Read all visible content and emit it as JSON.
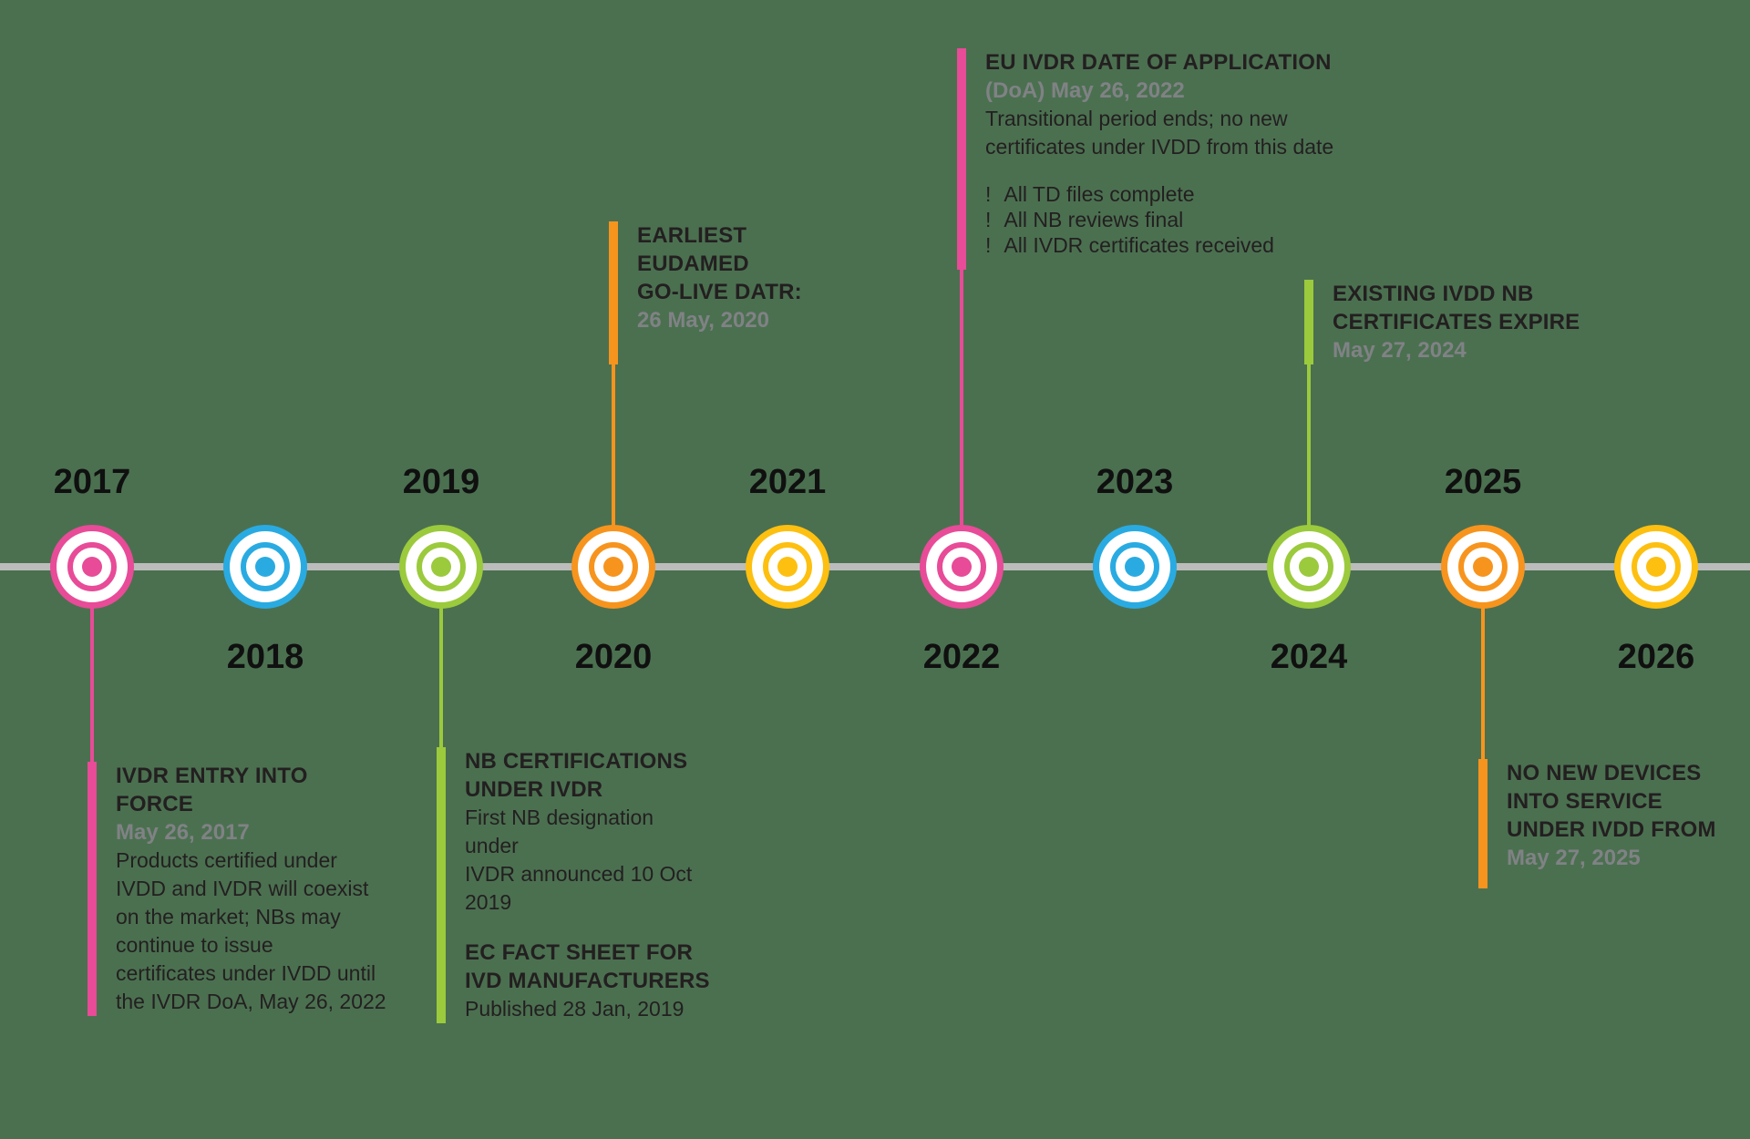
{
  "background_color": "#4b7050",
  "timeline": {
    "line_color": "#bcbcbc",
    "years": [
      {
        "label": "2017",
        "color": "#e84b97",
        "label_position": "above"
      },
      {
        "label": "2018",
        "color": "#29abe2",
        "label_position": "below"
      },
      {
        "label": "2019",
        "color": "#9bca3d",
        "label_position": "above"
      },
      {
        "label": "2020",
        "color": "#f7941e",
        "label_position": "below"
      },
      {
        "label": "2021",
        "color": "#fdc010",
        "label_position": "above"
      },
      {
        "label": "2022",
        "color": "#e84b97",
        "label_position": "below"
      },
      {
        "label": "2023",
        "color": "#29abe2",
        "label_position": "above"
      },
      {
        "label": "2024",
        "color": "#9bca3d",
        "label_position": "below"
      },
      {
        "label": "2025",
        "color": "#f7941e",
        "label_position": "above"
      },
      {
        "label": "2026",
        "color": "#fdc010",
        "label_position": "below"
      }
    ]
  },
  "callouts": [
    {
      "year": "2017",
      "accent": "#e84b97",
      "title": "IVDR ENTRY INTO FORCE",
      "date": "May 26, 2017",
      "body": "Products certified under\nIVDD and IVDR will coexist\non the market; NBs may\ncontinue to issue\ncertificates under IVDD until\nthe IVDR DoA, May 26, 2022"
    },
    {
      "year": "2019",
      "accent": "#9bca3d",
      "title": "NB CERTIFICATIONS\nUNDER IVDR",
      "body": "First NB designation under\nIVDR announced 10 Oct\n2019",
      "second_title": "EC FACT SHEET FOR\nIVD MANUFACTURERS",
      "second_body": "Published 28 Jan, 2019"
    },
    {
      "year": "2020",
      "accent": "#f7941e",
      "title": "EARLIEST\nEUDAMED\nGO-LIVE DATR:",
      "date": "26 May, 2020"
    },
    {
      "year": "2022",
      "accent": "#e84b97",
      "title": "EU IVDR DATE OF APPLICATION",
      "date": "(DoA) May 26, 2022",
      "body": "Transitional period ends; no new\ncertificates under IVDD from this date",
      "bullet_marker": "!",
      "bullets": [
        "All TD files complete",
        "All NB reviews final",
        "All IVDR certificates received"
      ]
    },
    {
      "year": "2024",
      "accent": "#9bca3d",
      "title": "EXISTING IVDD NB\nCERTIFICATES EXPIRE",
      "date": "May 27, 2024"
    },
    {
      "year": "2025",
      "accent": "#f7941e",
      "title": "NO NEW DEVICES\nINTO SERVICE\nUNDER IVDD FROM",
      "date": "May 27, 2025"
    }
  ]
}
